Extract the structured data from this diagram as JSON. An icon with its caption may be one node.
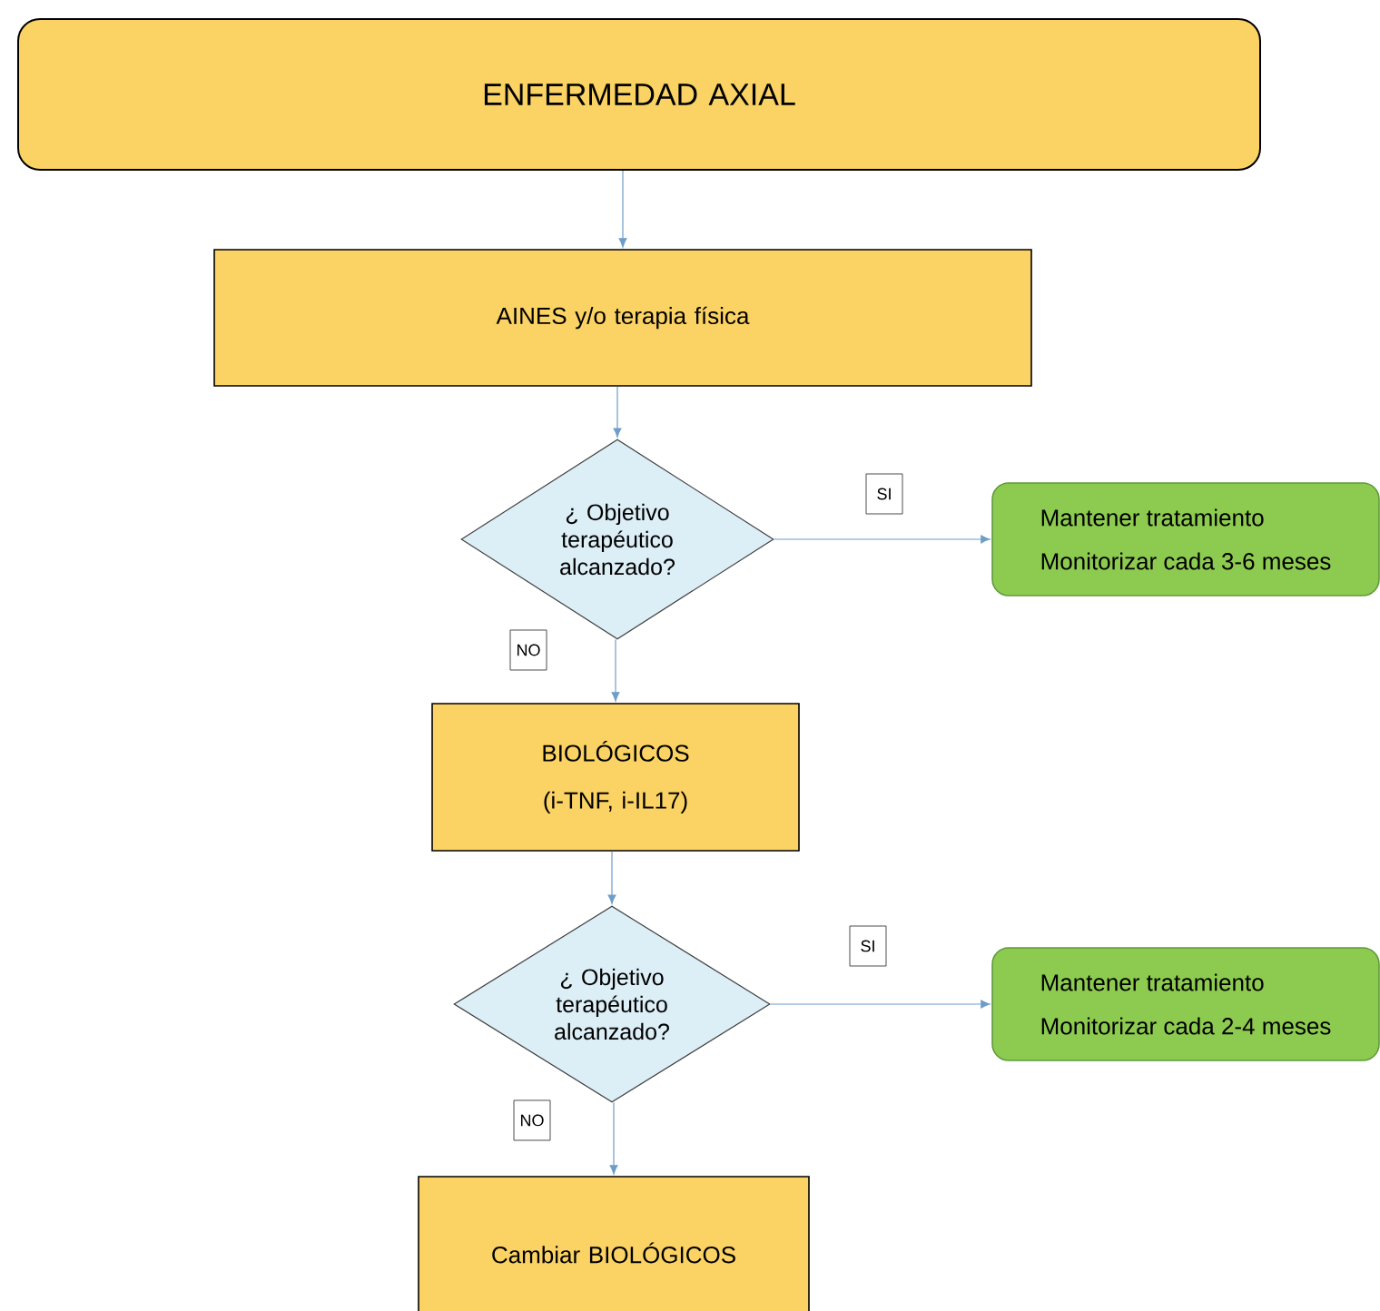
{
  "diagram": {
    "nodes": [
      {
        "text": [
          "ENFERMEDAD AXIAL"
        ]
      },
      {
        "text": [
          "AINES y/o terapia física"
        ]
      },
      {
        "text": [
          "¿ Objetivo terapéutico alcanzado?"
        ]
      },
      {
        "text": [
          "Mantener tratamiento",
          "Monitorizar cada 3-6 meses"
        ]
      },
      {
        "text": [
          "BIOLÓGICOS",
          "(i-TNF, i-IL17)"
        ]
      },
      {
        "text": [
          "¿ Objetivo terapéutico alcanzado?"
        ]
      },
      {
        "text": [
          "Mantener tratamiento",
          "Monitorizar cada 2-4 meses"
        ]
      },
      {
        "text": [
          "Cambiar BIOLÓGICOS"
        ]
      }
    ],
    "edges": [
      {
        "from": 0,
        "to": 1,
        "arrow": "to"
      },
      {
        "from": 1,
        "to": 2,
        "arrow": "to"
      },
      {
        "from": 2,
        "to": 3,
        "arrow": "to",
        "label": "SI"
      },
      {
        "from": 2,
        "to": 4,
        "arrow": "to",
        "label": "NO"
      },
      {
        "from": 4,
        "to": 5,
        "arrow": "to"
      },
      {
        "from": 5,
        "to": 6,
        "arrow": "to",
        "label": "SI"
      },
      {
        "from": 5,
        "to": 7,
        "arrow": "to",
        "label": "NO"
      }
    ]
  }
}
